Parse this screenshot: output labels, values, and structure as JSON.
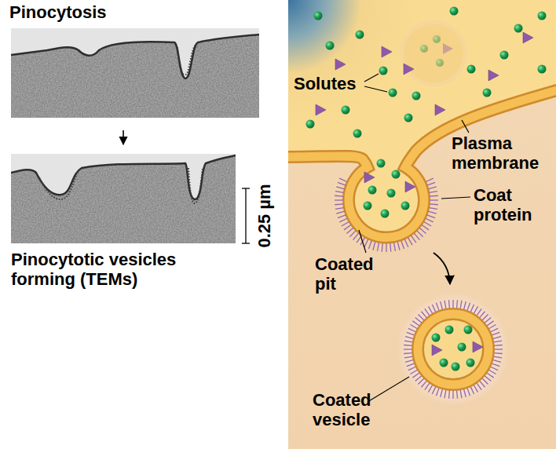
{
  "diagram": {
    "title": "Pinocytosis",
    "caption": "Pinocytotic vesicles forming (TEMs)",
    "labels": [
      "0.25 µm",
      "Solutes",
      "Plasma membrane",
      "Coat protein",
      "Coated pit",
      "Coated vesicle"
    ]
  }
}
